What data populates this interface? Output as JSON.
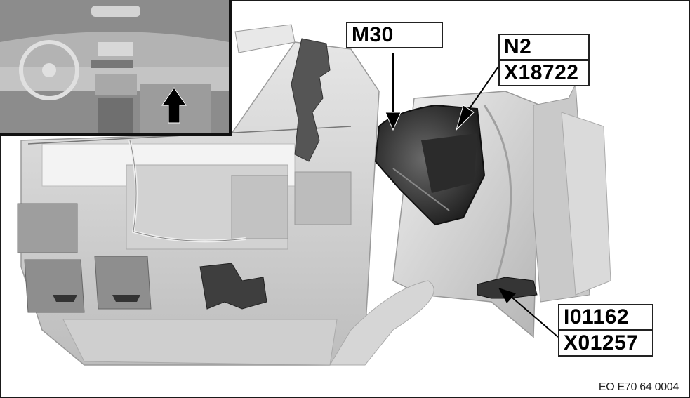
{
  "figure": {
    "caption": "EO E70 64 0004",
    "colors": {
      "background": "#ffffff",
      "frame": "#1a1a1a",
      "housing_light": "#d8d8d8",
      "housing_mid": "#b8b8b8",
      "housing_dark": "#8f8f8f",
      "component_dark": "#3a3a3a",
      "arrow": "#000000"
    },
    "inset": {
      "description": "dashboard overview with location arrow",
      "arrow_icon": "up-arrow-icon"
    },
    "callouts": [
      {
        "id": "m30",
        "lines": [
          "M30"
        ]
      },
      {
        "id": "n2",
        "lines": [
          "N2",
          "X18722"
        ]
      },
      {
        "id": "i01162",
        "lines": [
          "I01162",
          "X01257"
        ]
      }
    ]
  }
}
